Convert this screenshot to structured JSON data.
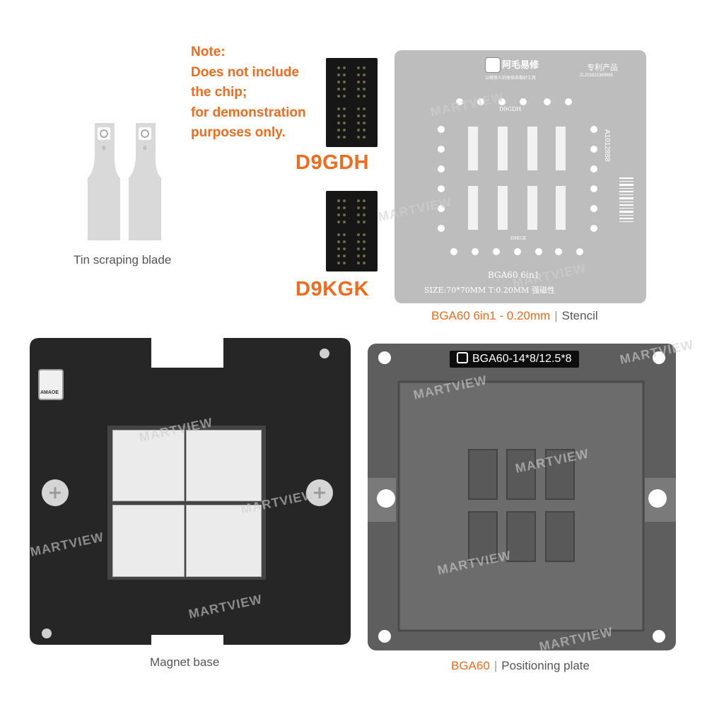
{
  "note": {
    "text": "Note:\nDoes not include\nthe chip;\nfor demonstration\npurposes only."
  },
  "chips": [
    {
      "label": "D9GDH"
    },
    {
      "label": "D9KGK"
    }
  ],
  "blade": {
    "caption": "Tin scraping blade",
    "blade_number": "6"
  },
  "stencil": {
    "brand": "阿毛易修",
    "brand_tagline": "以维修人的体验去做好工具",
    "patent": "专利产品",
    "patent_no": "ZL201621369965",
    "top_label": "D9GDH",
    "bottom_label": "D9KGK",
    "model": "BGA60 6in1",
    "size": "SIZE:70*70MM T:0.20MM 强磁性",
    "serial": "A1012888",
    "caption_highlight": "BGA60 6in1 - 0.20mm",
    "caption_separator": "|",
    "caption_rest": "Stencil"
  },
  "base": {
    "caption": "Magnet base",
    "logo_text": "AMAOE"
  },
  "plate": {
    "label": "BGA60-14*8/12.5*8",
    "caption_highlight": "BGA60",
    "caption_separator": "|",
    "caption_rest": "Positioning plate"
  },
  "watermark": {
    "text": "MARTVIEW"
  },
  "colors": {
    "accent": "#f26a1b",
    "base": "#262626",
    "plate": "#5e5e5e",
    "stencil": "#bdbdbd"
  }
}
